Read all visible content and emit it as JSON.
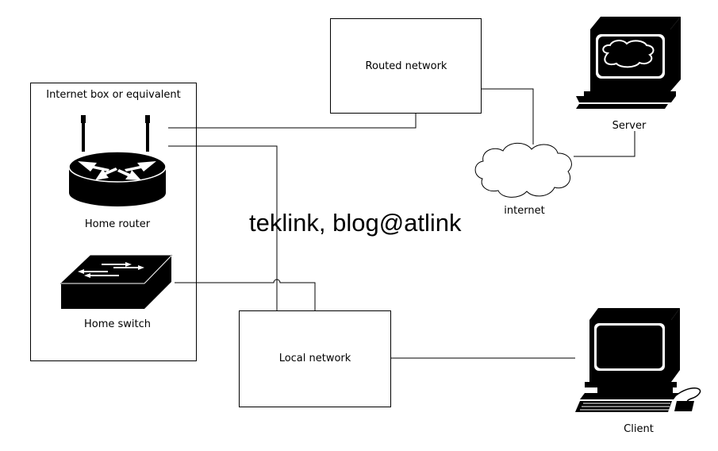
{
  "diagram": {
    "nodes": {
      "internet_box": {
        "label": "Internet box or equivalent"
      },
      "home_router": {
        "label": "Home router",
        "icon": "router-icon"
      },
      "home_switch": {
        "label": "Home switch",
        "icon": "switch-icon"
      },
      "routed_network": {
        "label": "Routed network"
      },
      "local_network": {
        "label": "Local network"
      },
      "internet": {
        "label": "internet",
        "icon": "cloud-icon"
      },
      "server": {
        "label": "Server",
        "icon": "computer-icon"
      },
      "client": {
        "label": "Client",
        "icon": "computer-icon"
      }
    },
    "watermark": "teklink, blog@atlink",
    "edges": [
      {
        "from": "home_router",
        "to": "routed_network"
      },
      {
        "from": "home_router",
        "to": "local_network"
      },
      {
        "from": "home_switch",
        "to": "local_network"
      },
      {
        "from": "routed_network",
        "to": "internet"
      },
      {
        "from": "internet",
        "to": "server"
      },
      {
        "from": "local_network",
        "to": "client"
      }
    ]
  }
}
